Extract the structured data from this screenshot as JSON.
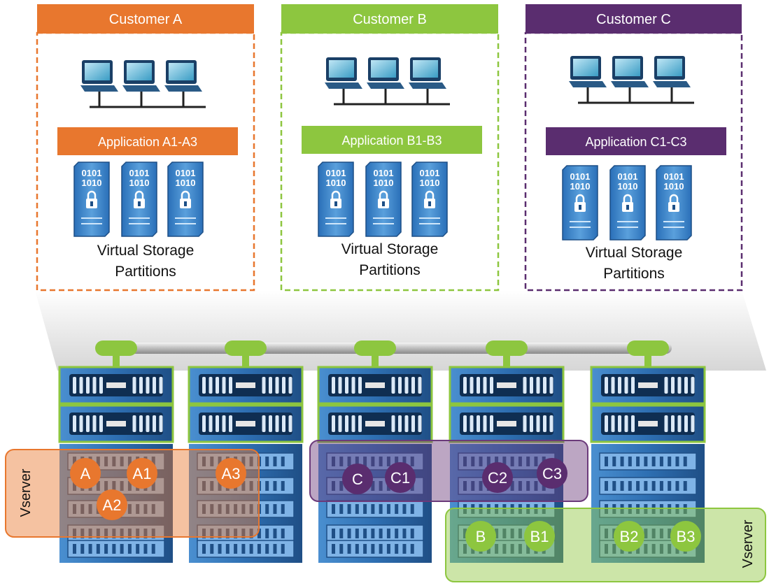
{
  "customers": [
    {
      "id": "a",
      "header": "Customer A",
      "application": "Application A1-A3",
      "color": "#e8772e",
      "storage_line1": "Virtual Storage",
      "storage_line2": "Partitions"
    },
    {
      "id": "b",
      "header": "Customer B",
      "application": "Application B1-B3",
      "color": "#8dc63f",
      "storage_line1": "Virtual Storage",
      "storage_line2": "Partitions"
    },
    {
      "id": "c",
      "header": "Customer C",
      "application": "Application C1-C3",
      "color": "#5a2d6f",
      "storage_line1": "Virtual Storage",
      "storage_line2": "Partitions"
    }
  ],
  "storage_binary": {
    "line1": "0101",
    "line2": "1010"
  },
  "vservers": [
    {
      "id": "a",
      "label": "Vserver",
      "color": "#e8772e"
    },
    {
      "id": "c",
      "label": "",
      "color": "#6b3a7a"
    },
    {
      "id": "b",
      "label": "Vserver",
      "color": "#8dc63f"
    }
  ],
  "volumes": [
    {
      "label": "A",
      "group": "a"
    },
    {
      "label": "A1",
      "group": "a"
    },
    {
      "label": "A2",
      "group": "a"
    },
    {
      "label": "A3",
      "group": "a"
    },
    {
      "label": "C",
      "group": "c"
    },
    {
      "label": "C1",
      "group": "c"
    },
    {
      "label": "C2",
      "group": "c"
    },
    {
      "label": "C3",
      "group": "c"
    },
    {
      "label": "B",
      "group": "b"
    },
    {
      "label": "B1",
      "group": "b"
    },
    {
      "label": "B2",
      "group": "b"
    },
    {
      "label": "B3",
      "group": "b"
    }
  ],
  "colors": {
    "rack_blue": "#2e6fb2",
    "rack_light": "#7fb3e6",
    "rack_dark": "#1f4f86",
    "cluster_green": "#8dc63f"
  }
}
